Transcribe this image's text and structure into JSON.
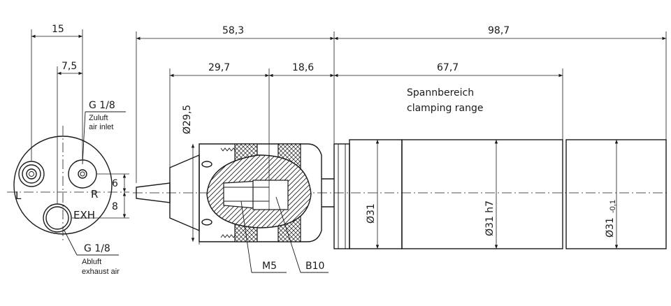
{
  "dimensions": {
    "d_15": "15",
    "d_7_5": "7,5",
    "d_58_3": "58,3",
    "d_98_7": "98,7",
    "d_29_7": "29,7",
    "d_18_6": "18,6",
    "d_67_7": "67,7",
    "d_6": "6",
    "d_8": "8",
    "dia_29_5": "Ø29,5",
    "dia_31": "Ø31",
    "dia_31_h7": "Ø31 h7",
    "dia_31_tol": "Ø31",
    "tol_sub": "-0,1"
  },
  "labels": {
    "spann_de": "Spannbereich",
    "spann_en": "clamping range",
    "g18_top": "G 1/8",
    "zuluft": "Zuluft",
    "air_inlet": "air inlet",
    "g18_bottom": "G 1/8",
    "abluft": "Abluft",
    "exhaust_air": "exhaust air",
    "L": "L",
    "R": "R",
    "EXH": "EXH",
    "M5": "M5",
    "B10": "B10"
  },
  "colors": {
    "line": "#1a1a1a",
    "background": "#ffffff"
  }
}
